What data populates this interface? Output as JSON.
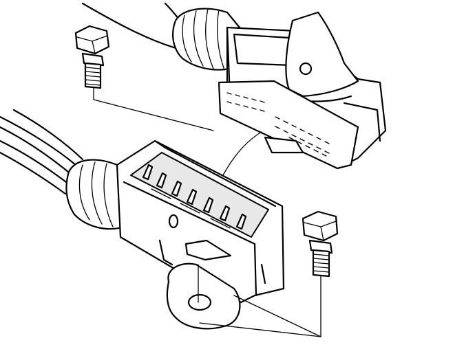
{
  "diagram": {
    "components": [
      {
        "name": "upper-connector-plug",
        "icon": "connector-plug-icon"
      },
      {
        "name": "lower-connector-socket",
        "icon": "connector-socket-icon"
      },
      {
        "name": "bolt-top-left",
        "icon": "bolt-icon"
      },
      {
        "name": "bolt-right",
        "icon": "bolt-icon"
      }
    ],
    "stroke_color": "#000000",
    "background_color": "#ffffff"
  }
}
